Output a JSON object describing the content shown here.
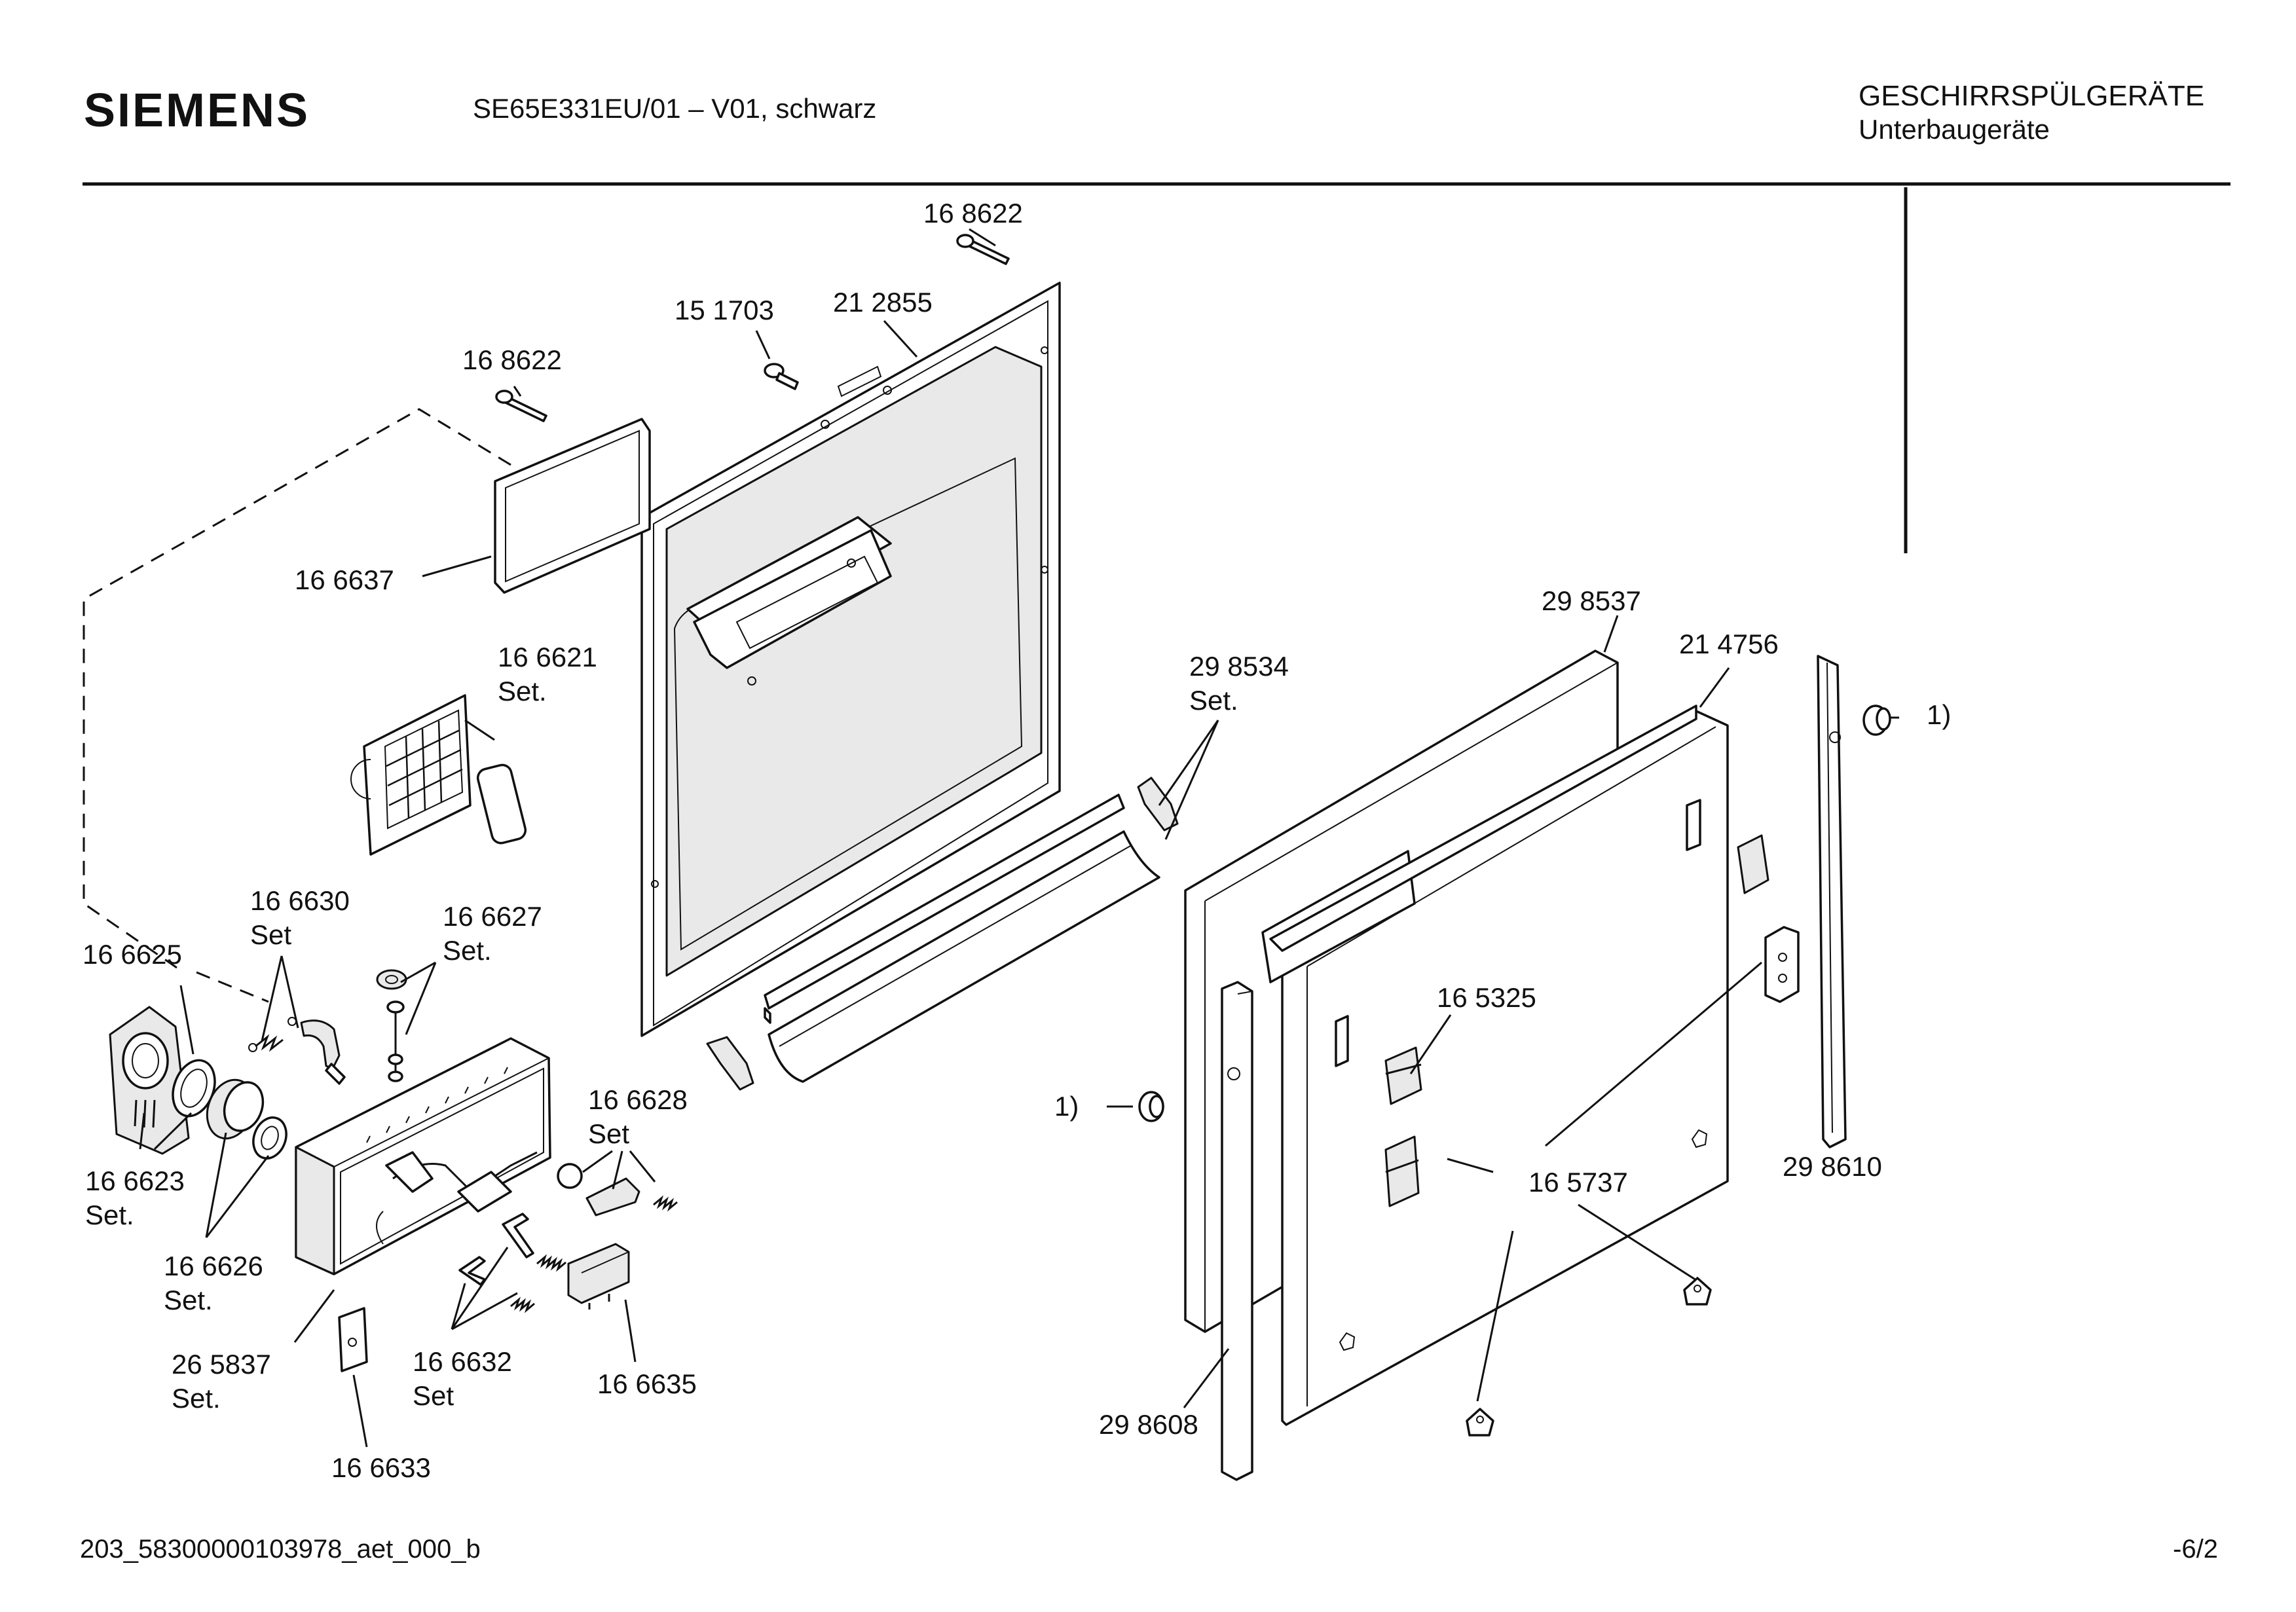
{
  "header": {
    "brand": "SIEMENS",
    "model": "SE65E331EU/01 – V01, schwarz",
    "category_line1": "GESCHIRRSPÜLGERÄTE",
    "category_line2": "Unterbaugeräte"
  },
  "footer": {
    "code": "203_58300000103978_aet_000_b",
    "page": "-6/2"
  },
  "labels": {
    "p168622_top": "16 8622",
    "p151703": "15 1703",
    "p212855": "21 2855",
    "p168622_left": "16 8622",
    "p166637": "16 6637",
    "p166621": "16 6621",
    "p166621_set": "Set.",
    "p166630": "16 6630",
    "p166630_set": "Set",
    "p166627": "16 6627",
    "p166627_set": "Set.",
    "p166625": "16 6625",
    "p166623": "16 6623",
    "p166623_set": "Set.",
    "p166626": "16 6626",
    "p166626_set": "Set.",
    "p265837": "26 5837",
    "p265837_set": "Set.",
    "p166633": "16 6633",
    "p166632": "16 6632",
    "p166632_set": "Set",
    "p166635": "16 6635",
    "p166628": "16 6628",
    "p166628_set": "Set",
    "p298534": "29 8534",
    "p298534_set": "Set.",
    "p298537": "29 8537",
    "p214756": "21 4756",
    "note_right": "1)",
    "note_left": "1)",
    "p165325": "16 5325",
    "p165737": "16 5737",
    "p298610": "29 8610",
    "p298608": "29 8608"
  }
}
